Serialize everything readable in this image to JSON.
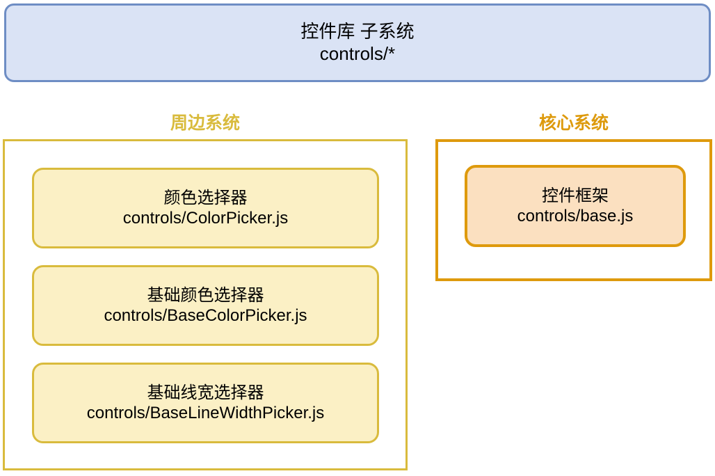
{
  "banner": {
    "title": "控件库 子系统",
    "path": "controls/*",
    "fill_color": "#dae3f5",
    "border_color": "#6e8dc4"
  },
  "sections": {
    "peripheral": {
      "heading": "周边系统",
      "color": "#d9bb3d",
      "modules": [
        {
          "name": "颜色选择器",
          "path": "controls/ColorPicker.js",
          "fill_color": "#fbf0c5",
          "border_color": "#d9bb3d"
        },
        {
          "name": "基础颜色选择器",
          "path": "controls/BaseColorPicker.js",
          "fill_color": "#fbf0c5",
          "border_color": "#d9bb3d"
        },
        {
          "name": "基础线宽选择器",
          "path": "controls/BaseLineWidthPicker.js",
          "fill_color": "#fbf0c5",
          "border_color": "#d9bb3d"
        }
      ]
    },
    "core": {
      "heading": "核心系统",
      "color": "#dd9a0d",
      "modules": [
        {
          "name": "控件框架",
          "path": "controls/base.js",
          "fill_color": "#fbe0c0",
          "border_color": "#de9a0d"
        }
      ]
    }
  }
}
